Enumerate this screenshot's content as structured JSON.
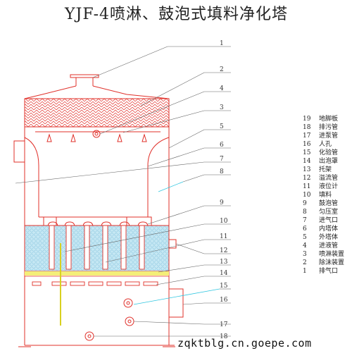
{
  "title": "YJF-4喷淋、鼓泡式填料净化塔",
  "footer": "zqktblg.cn.goepe.com",
  "callout_numbers": [
    "1",
    "2",
    "4",
    "3",
    "5",
    "6",
    "7",
    "8",
    "9",
    "10",
    "11",
    "12",
    "13",
    "14",
    "15",
    "16",
    "17",
    "18"
  ],
  "legend": [
    {
      "num": "19",
      "text": "地脚板"
    },
    {
      "num": "18",
      "text": "排污管"
    },
    {
      "num": "17",
      "text": "进泵管"
    },
    {
      "num": "16",
      "text": "人孔"
    },
    {
      "num": "15",
      "text": "化验管"
    },
    {
      "num": "14",
      "text": "出泡罩"
    },
    {
      "num": "13",
      "text": "托架"
    },
    {
      "num": "12",
      "text": "溢流管"
    },
    {
      "num": "11",
      "text": "液位计"
    },
    {
      "num": "10",
      "text": "填料"
    },
    {
      "num": "9",
      "text": "鼓泡管"
    },
    {
      "num": "8",
      "text": "匀压室"
    },
    {
      "num": "7",
      "text": "进气口"
    },
    {
      "num": "6",
      "text": "内塔体"
    },
    {
      "num": "5",
      "text": "外塔体"
    },
    {
      "num": "4",
      "text": "进液管"
    },
    {
      "num": "3",
      "text": "喷淋装置"
    },
    {
      "num": "2",
      "text": "除沫装置"
    },
    {
      "num": "1",
      "text": "排气口"
    }
  ],
  "colors": {
    "structure": "#e0302a",
    "leader": "#555555",
    "packing": "#c6e8f4",
    "tray": "#f4ee78",
    "cyan": "#30c6e0",
    "yellow": "#d8d020"
  }
}
